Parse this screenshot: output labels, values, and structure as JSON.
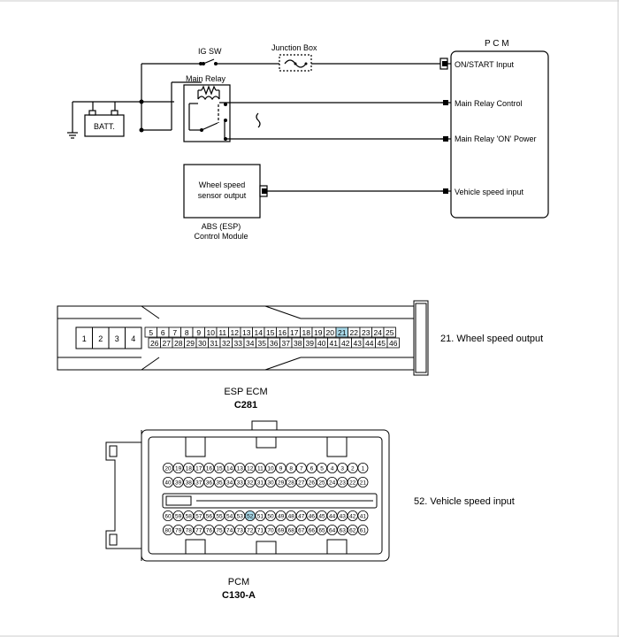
{
  "schematic": {
    "ig_sw": "IG SW",
    "junction_box": "Junction Box",
    "main_relay": "Main Relay",
    "battery": "BATT.",
    "pcm": "P C M",
    "pcm_pins": [
      "ON/START Input",
      "Main Relay Control",
      "Main Relay 'ON' Power",
      "Vehicle speed input"
    ],
    "abs_box_line1": "Wheel speed",
    "abs_box_line2": "sensor output",
    "abs_label_line1": "ABS (ESP)",
    "abs_label_line2": "Control Module"
  },
  "esp_connector": {
    "title": "ESP ECM",
    "code": "C281",
    "left_pins": [
      "1",
      "2",
      "3",
      "4"
    ],
    "top_row": [
      "5",
      "6",
      "7",
      "8",
      "9",
      "10",
      "11",
      "12",
      "13",
      "14",
      "15",
      "16",
      "17",
      "18",
      "19",
      "20",
      "21",
      "22",
      "23",
      "24",
      "25"
    ],
    "bottom_row": [
      "26",
      "27",
      "28",
      "29",
      "30",
      "31",
      "32",
      "33",
      "34",
      "35",
      "36",
      "37",
      "38",
      "39",
      "40",
      "41",
      "42",
      "43",
      "44",
      "45",
      "46"
    ],
    "highlight_pin": "21",
    "callout": "21. Wheel speed output"
  },
  "pcm_connector": {
    "title": "PCM",
    "code": "C130-A",
    "row1": [
      "20",
      "19",
      "18",
      "17",
      "16",
      "15",
      "14",
      "13",
      "12",
      "11",
      "10",
      "9",
      "8",
      "7",
      "6",
      "5",
      "4",
      "3",
      "2",
      "1"
    ],
    "row2": [
      "40",
      "39",
      "38",
      "37",
      "36",
      "35",
      "34",
      "33",
      "32",
      "31",
      "30",
      "29",
      "28",
      "27",
      "26",
      "25",
      "24",
      "23",
      "22",
      "21"
    ],
    "row3": [
      "60",
      "59",
      "58",
      "57",
      "56",
      "55",
      "54",
      "53",
      "52",
      "51",
      "50",
      "49",
      "48",
      "47",
      "46",
      "45",
      "44",
      "43",
      "42",
      "41"
    ],
    "row4": [
      "80",
      "79",
      "78",
      "77",
      "76",
      "75",
      "74",
      "73",
      "72",
      "71",
      "70",
      "69",
      "68",
      "67",
      "66",
      "65",
      "64",
      "63",
      "62",
      "61"
    ],
    "highlight_pin": "52",
    "callout": "52. Vehicle speed input"
  },
  "colors": {
    "highlight": "#a8d8e8",
    "line": "#000000",
    "frame": "#cccccc"
  }
}
